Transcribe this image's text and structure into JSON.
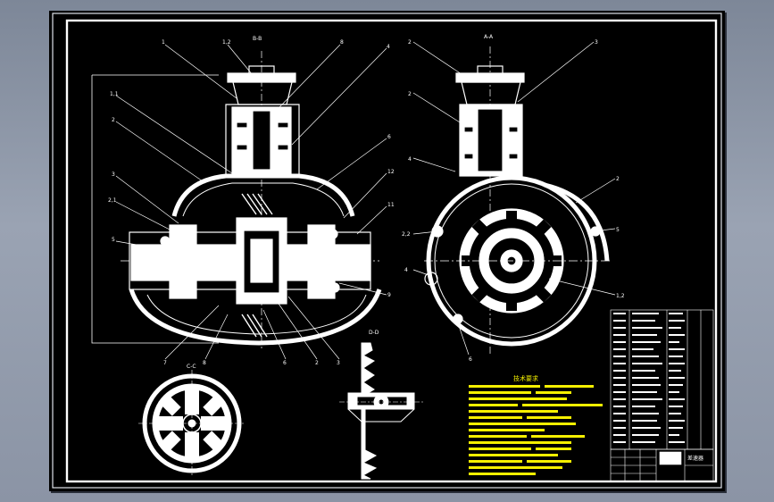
{
  "app": {
    "title": "CAD drawing viewer"
  },
  "drawing": {
    "view_labels": {
      "top_left_section": "B-B",
      "top_right_section": "A-A",
      "bottom_left_section": "C-C",
      "bottom_mid_section": "D-D"
    },
    "callouts_left": [
      "1",
      "1,2",
      "8",
      "4",
      "1,1",
      "2",
      "3",
      "2,1",
      "5",
      "6",
      "12",
      "11",
      "9",
      "7",
      "8",
      "6",
      "2",
      "3"
    ],
    "callouts_right": [
      "2",
      "3",
      "2",
      "4",
      "2",
      "5",
      "2,2",
      "1,2",
      "4",
      "6"
    ],
    "tech_requirements_title": "技术要求",
    "title_block_label": "差速器"
  },
  "colors": {
    "sheet_bg": "#000000",
    "line_white": "#ffffff",
    "text_yellow": "#f5f000",
    "frame_gray": "#d8dce3"
  }
}
